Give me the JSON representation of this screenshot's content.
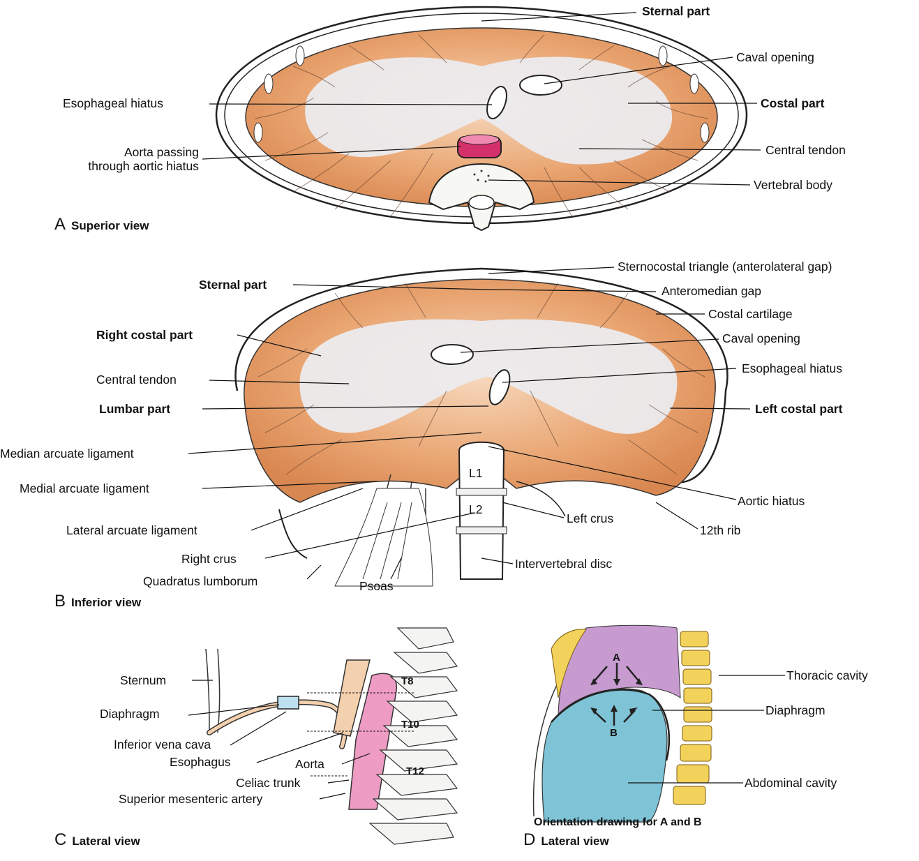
{
  "panelA": {
    "letter": "A",
    "caption": "Superior view",
    "labels": {
      "sternal_part": "Sternal part",
      "caval_opening": "Caval opening",
      "esophageal_hiatus": "Esophageal hiatus",
      "costal_part": "Costal part",
      "aorta_passing": "Aorta passing\nthrough aortic hiatus",
      "central_tendon": "Central tendon",
      "vertebral_body": "Vertebral body"
    }
  },
  "panelB": {
    "letter": "B",
    "caption": "Inferior view",
    "labels": {
      "sternocostal_triangle": "Sternocostal triangle (anterolateral gap)",
      "sternal_part": "Sternal part",
      "anteromedian_gap": "Anteromedian gap",
      "costal_cartilage": "Costal cartilage",
      "right_costal_part": "Right costal part",
      "caval_opening": "Caval opening",
      "esophageal_hiatus": "Esophageal hiatus",
      "central_tendon": "Central tendon",
      "lumbar_part": "Lumbar part",
      "left_costal_part": "Left costal part",
      "median_arcuate": "Median arcuate ligament",
      "medial_arcuate": "Medial arcuate ligament",
      "aortic_hiatus": "Aortic hiatus",
      "lateral_arcuate": "Lateral arcuate ligament",
      "left_crus": "Left crus",
      "twelfth_rib": "12th rib",
      "right_crus": "Right crus",
      "intervertebral_disc": "Intervertebral disc",
      "quadratus_lumborum": "Quadratus lumborum",
      "psoas": "Psoas",
      "vert_l1": "L1",
      "vert_l2": "L2"
    }
  },
  "panelC": {
    "letter": "C",
    "caption": "Lateral view",
    "labels": {
      "sternum": "Sternum",
      "diaphragm": "Diaphragm",
      "ivc": "Inferior vena cava",
      "esophagus": "Esophagus",
      "aorta": "Aorta",
      "celiac": "Celiac trunk",
      "sma": "Superior mesenteric artery",
      "t8": "T8",
      "t10": "T10",
      "t12": "T12"
    }
  },
  "panelD": {
    "letter": "D",
    "caption": "Lateral view",
    "subcaption": "Orientation drawing for A and B",
    "labels": {
      "thoracic": "Thoracic cavity",
      "diaphragm": "Diaphragm",
      "abdominal": "Abdominal cavity",
      "a": "A",
      "b": "B"
    }
  },
  "colors": {
    "muscle": "#e39a63",
    "muscle_light": "#f3c8a0",
    "tendon": "#ecebee",
    "aorta": "#d4306a",
    "thoracic": "#c79bd0",
    "abdominal": "#7ec3d6",
    "spine": "#f2d25a",
    "pink_aorta": "#ee9cc3",
    "esophagus": "#f3d0ae"
  }
}
